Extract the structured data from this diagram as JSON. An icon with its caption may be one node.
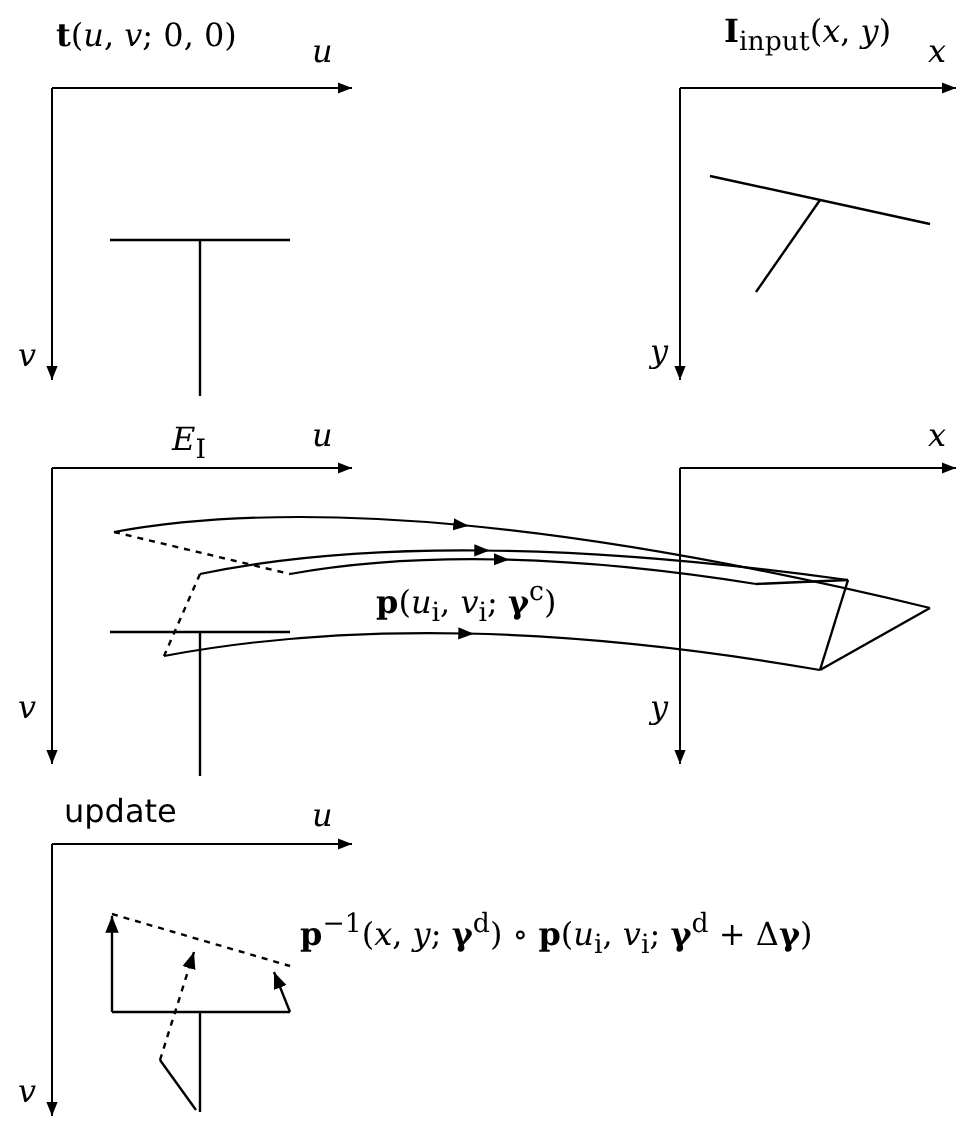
{
  "diagram": {
    "labels": [
      "**t**(*u*, *v*; 0, 0)",
      "u",
      "**I**$_{input}$(*x*, *y*)",
      "x",
      "v",
      "y",
      "*E*$_{I}$",
      "u",
      "x",
      "**p**(*u*$_{i}$, *v*$_{i}$; **γ**$^{c}$)",
      "v",
      "y",
      "update",
      "u",
      "**p**$^{−1}$(*x*, *y*; **γ**$^{d}$) ∘ **p**(*u*$_{i}$, *v*$_{i}$; **γ**$^{d}$ + Δ**γ**)",
      "v"
    ]
  }
}
